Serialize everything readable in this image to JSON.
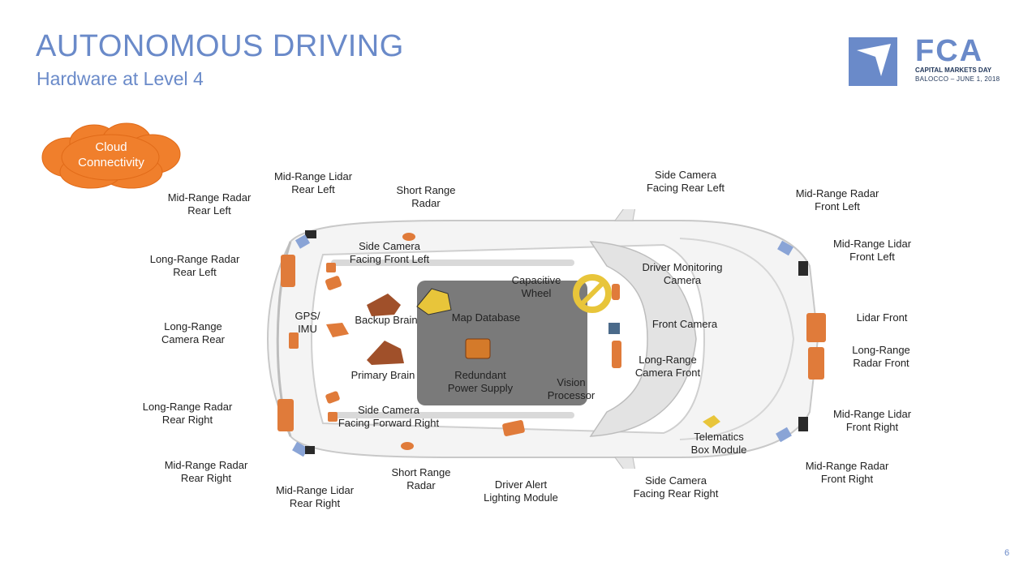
{
  "header": {
    "title": "AUTONOMOUS DRIVING",
    "subtitle": "Hardware at Level 4"
  },
  "logo": {
    "name": "FCA",
    "line1": "CAPITAL MARKETS DAY",
    "line2": "BALOCCO – JUNE 1, 2018"
  },
  "cloud": {
    "line1": "Cloud",
    "line2": "Connectivity",
    "color": "#f07f2c"
  },
  "components": [
    {
      "line1": "Mid-Range Lidar",
      "line2": "Rear Left"
    },
    {
      "line1": "Short Range",
      "line2": "Radar"
    },
    {
      "line1": "Side Camera",
      "line2": "Facing Rear Left"
    },
    {
      "line1": "Mid-Range Radar",
      "line2": "Front Left"
    },
    {
      "line1": "Mid-Range Radar",
      "line2": "Rear Left"
    },
    {
      "line1": "Mid-Range Lidar",
      "line2": "Front Left"
    },
    {
      "line1": "Long-Range Radar",
      "line2": "Rear Left"
    },
    {
      "line1": "Side Camera",
      "line2": "Facing Front Left"
    },
    {
      "line1": "Capacitive",
      "line2": "Wheel"
    },
    {
      "line1": "Driver Monitoring",
      "line2": "Camera"
    },
    {
      "line1": "GPS/",
      "line2": "IMU"
    },
    {
      "line1": "Backup Brain",
      "line2": ""
    },
    {
      "line1": "Map Database",
      "line2": ""
    },
    {
      "line1": "Lidar Front",
      "line2": ""
    },
    {
      "line1": "Long-Range",
      "line2": "Camera Rear"
    },
    {
      "line1": "Front Camera",
      "line2": ""
    },
    {
      "line1": "Long-Range",
      "line2": "Radar Front"
    },
    {
      "line1": "Long-Range",
      "line2": "Camera Front"
    },
    {
      "line1": "Primary Brain",
      "line2": ""
    },
    {
      "line1": "Redundant",
      "line2": "Power Supply"
    },
    {
      "line1": "Vision",
      "line2": "Processor"
    },
    {
      "line1": "Long-Range Radar",
      "line2": "Rear Right"
    },
    {
      "line1": "Side Camera",
      "line2": "Facing Forward Right"
    },
    {
      "line1": "Mid-Range Lidar",
      "line2": "Front Right"
    },
    {
      "line1": "Telematics",
      "line2": "Box Module"
    },
    {
      "line1": "Mid-Range Radar",
      "line2": "Rear Right"
    },
    {
      "line1": "Mid-Range Radar",
      "line2": "Front Right"
    },
    {
      "line1": "Short Range",
      "line2": "Radar"
    },
    {
      "line1": "Side Camera",
      "line2": "Facing Rear Right"
    },
    {
      "line1": "Driver Alert",
      "line2": "Lighting Module"
    },
    {
      "line1": "Mid-Range Lidar",
      "line2": "Rear Right"
    }
  ],
  "page_number": "6",
  "colors": {
    "accent": "#6a8ac9",
    "sensor_orange": "#e07b3a",
    "sensor_blue": "#8aa4d6",
    "sensor_dark": "#2a2a2a",
    "wheel_yellow": "#e8c53a"
  }
}
